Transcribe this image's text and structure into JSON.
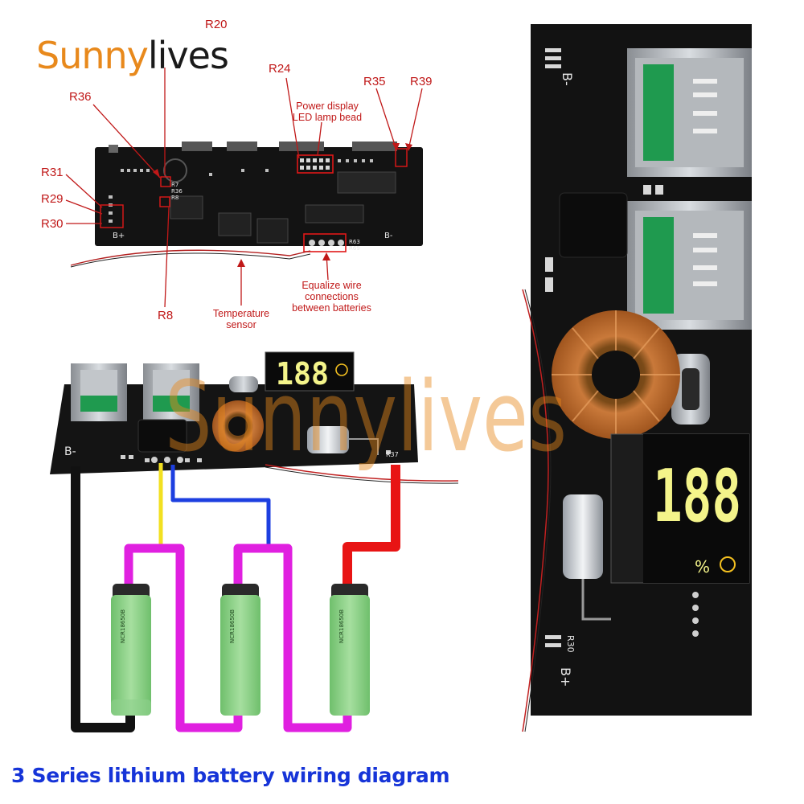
{
  "brand": {
    "part1": "Sunny",
    "part2": "lives",
    "watermark": "Sunnylives"
  },
  "labels": {
    "r20": "R20",
    "r24": "R24",
    "r35": "R35",
    "r39": "R39",
    "r36": "R36",
    "r31": "R31",
    "r29": "R29",
    "r30": "R30",
    "r8": "R8",
    "power_display_1": "Power display",
    "power_display_2": "LED lamp bead",
    "temp_1": "Temperature",
    "temp_2": "sensor",
    "equalize_1": "Equalize wire",
    "equalize_2": "connections",
    "equalize_3": "between batteries"
  },
  "board_marks": {
    "b_minus": "B-",
    "b_plus": "B+",
    "r7": "R7",
    "r36": "R36",
    "r8": "R8",
    "r63": "R63",
    "r69": "R69",
    "r37": "R37",
    "r30": "R30",
    "display_digits": "188",
    "display_percent": "%"
  },
  "battery": {
    "model": "NCR18650B"
  },
  "caption": "3 Series lithium battery wiring diagram",
  "colors": {
    "brand_orange": "#e8891c",
    "label_red": "#c01818",
    "caption_blue": "#1634d8",
    "display_yellow": "#f4f48a",
    "cell_green": "#8ed18c",
    "wire_magenta": "#e020e0"
  }
}
